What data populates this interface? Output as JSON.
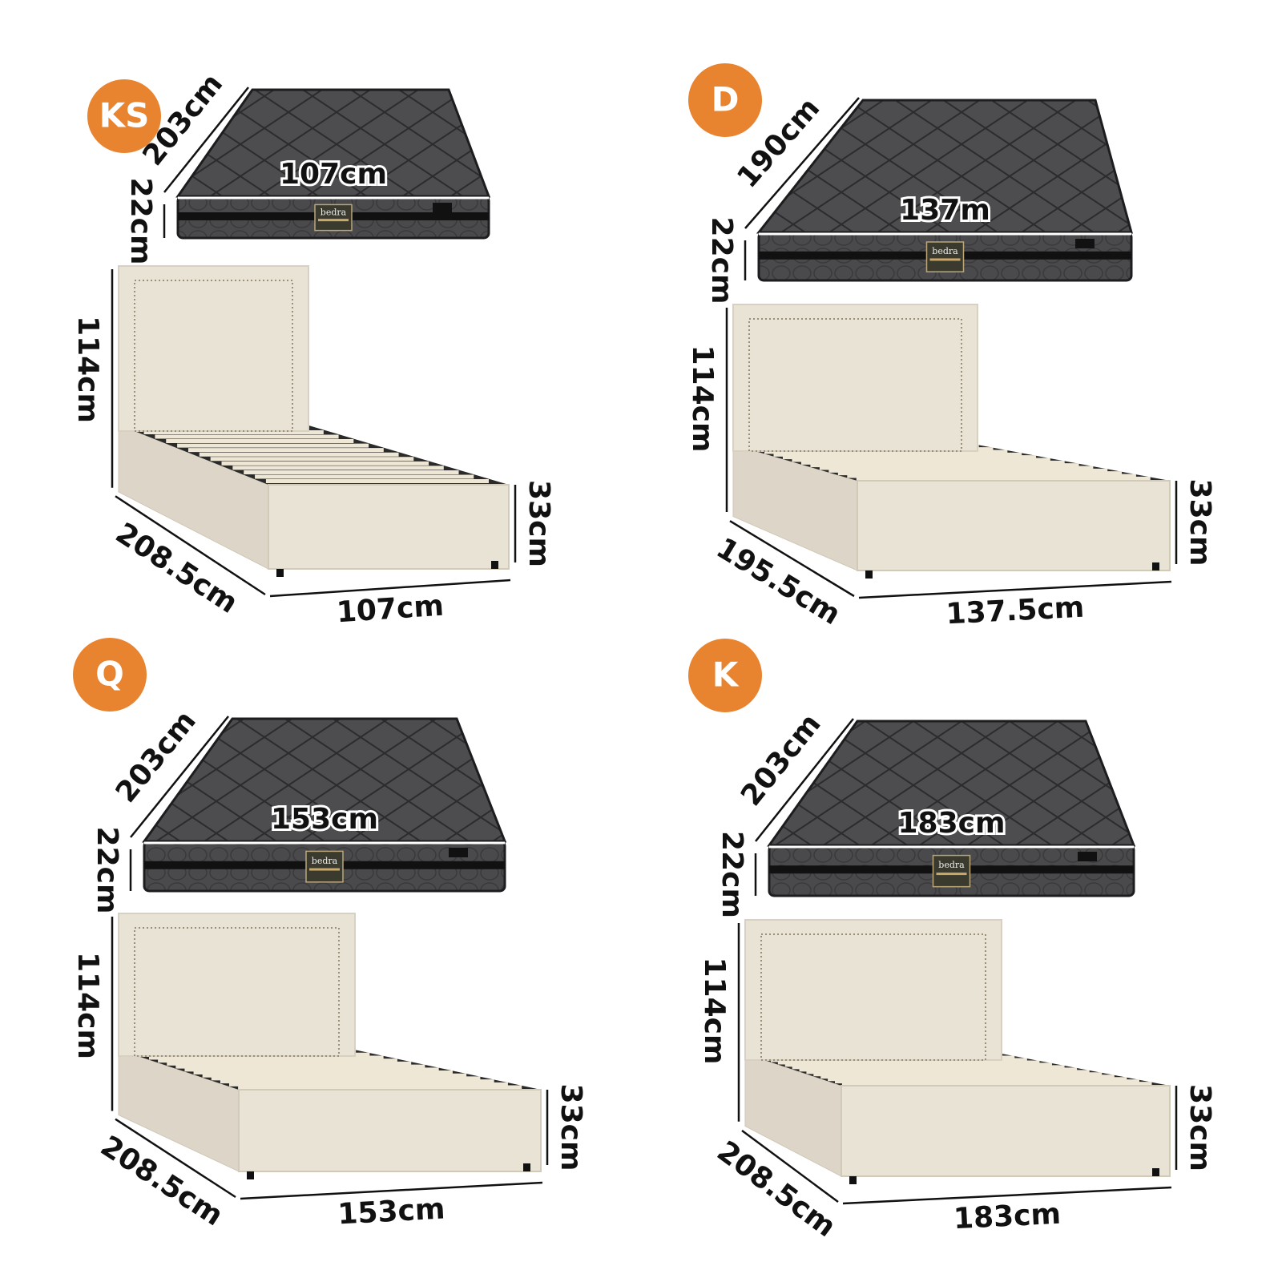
{
  "colors": {
    "badge": "#e8832f",
    "mattress": "#4a4a4c",
    "fabric": "#e9e3d6",
    "text": "#111111"
  },
  "brand_logo": "bedra",
  "sizes": [
    {
      "badge": "KS",
      "mattress": {
        "length": "203cm",
        "height": "22cm",
        "width": "107cm"
      },
      "bed": {
        "height": "114cm",
        "length": "208.5cm",
        "width": "107cm",
        "base_height": "33cm"
      }
    },
    {
      "badge": "D",
      "mattress": {
        "length": "190cm",
        "height": "22cm",
        "width": "137m"
      },
      "bed": {
        "height": "114cm",
        "length": "195.5cm",
        "width": "137.5cm",
        "base_height": "33cm"
      }
    },
    {
      "badge": "Q",
      "mattress": {
        "length": "203cm",
        "height": "22cm",
        "width": "153cm"
      },
      "bed": {
        "height": "114cm",
        "length": "208.5cm",
        "width": "153cm",
        "base_height": "33cm"
      }
    },
    {
      "badge": "K",
      "mattress": {
        "length": "203cm",
        "height": "22cm",
        "width": "183cm"
      },
      "bed": {
        "height": "114cm",
        "length": "208.5cm",
        "width": "183cm",
        "base_height": "33cm"
      }
    }
  ]
}
